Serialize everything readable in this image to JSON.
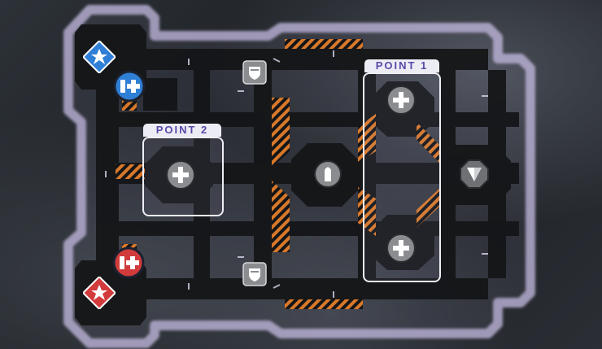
{
  "map": {
    "objectives": [
      {
        "label": "POINT 1",
        "icon": "medkit-icon"
      },
      {
        "label": "POINT 2",
        "icon": "medkit-icon"
      }
    ],
    "spawns": [
      {
        "team": "blue",
        "icon": "star-spawn-icon",
        "color": "#2f7fd6"
      },
      {
        "team": "red",
        "icon": "star-spawn-icon",
        "color": "#d23b3b"
      }
    ],
    "pickups": [
      {
        "type": "team-medkit",
        "team": "blue",
        "icon": "team-medkit-icon",
        "color": "#2f7fd6"
      },
      {
        "type": "team-medkit",
        "team": "red",
        "icon": "team-medkit-icon",
        "color": "#d23b3b"
      },
      {
        "type": "armor",
        "icon": "shield-icon"
      },
      {
        "type": "armor",
        "icon": "shield-icon"
      },
      {
        "type": "ammo",
        "icon": "ammo-icon"
      },
      {
        "type": "power-weapon",
        "icon": "arrowhead-icon"
      },
      {
        "type": "medkit",
        "icon": "medkit-icon"
      },
      {
        "type": "medkit",
        "icon": "medkit-icon"
      },
      {
        "type": "medkit",
        "icon": "medkit-icon"
      }
    ],
    "colors": {
      "outline": "#b9acd9",
      "floor": "#141517",
      "hazard": "#d8782a",
      "zone_label_text": "#5b49a8"
    }
  }
}
